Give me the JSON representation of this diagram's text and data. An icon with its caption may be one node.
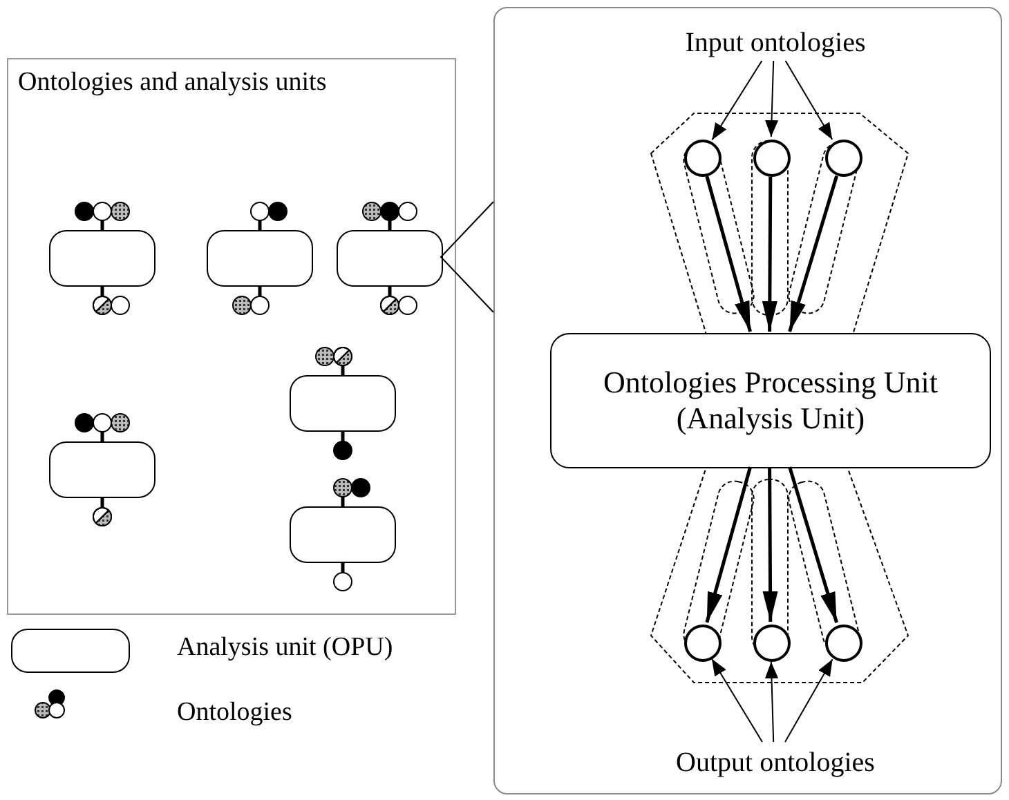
{
  "diagram": {
    "nodes": [
      {
        "text": [
          "Ontologies and analysis units"
        ]
      },
      {
        "text": [],
        "shape": "box",
        "in": 0
      },
      {
        "text": [],
        "shape": "box",
        "in": 0
      },
      {
        "text": [],
        "shape": "box",
        "in": 0
      },
      {
        "text": [],
        "shape": "box",
        "in": 0
      },
      {
        "text": [],
        "shape": "box",
        "in": 0
      },
      {
        "text": [],
        "shape": "box",
        "in": 0
      },
      {
        "text": [],
        "shape": "box"
      },
      {
        "text": [
          "Input ontologies"
        ],
        "in": 7
      },
      {
        "text": [],
        "shape": "circle",
        "in": 7
      },
      {
        "text": [],
        "shape": "circle",
        "in": 7
      },
      {
        "text": [],
        "shape": "circle",
        "in": 7
      },
      {
        "text": [
          "Ontologies Processing Unit (Analysis Unit)"
        ],
        "in": 7
      },
      {
        "text": [],
        "shape": "circle",
        "in": 7
      },
      {
        "text": [],
        "shape": "circle",
        "in": 7
      },
      {
        "text": [],
        "shape": "circle",
        "in": 7
      },
      {
        "text": [
          "Output ontologies"
        ],
        "in": 7
      }
    ],
    "edges": [
      {
        "from": 3,
        "to": 7,
        "arrow": "none"
      },
      {
        "from": 8,
        "to": 9,
        "arrow": "to"
      },
      {
        "from": 8,
        "to": 10,
        "arrow": "to"
      },
      {
        "from": 8,
        "to": 11,
        "arrow": "to"
      },
      {
        "from": 9,
        "to": 12,
        "arrow": "to",
        "style": "thick"
      },
      {
        "from": 10,
        "to": 12,
        "arrow": "to",
        "style": "thick"
      },
      {
        "from": 11,
        "to": 12,
        "arrow": "to",
        "style": "thick"
      },
      {
        "from": 12,
        "to": 13,
        "arrow": "to",
        "style": "thick"
      },
      {
        "from": 12,
        "to": 14,
        "arrow": "to",
        "style": "thick"
      },
      {
        "from": 12,
        "to": 15,
        "arrow": "to",
        "style": "thick"
      },
      {
        "from": 16,
        "to": 13,
        "arrow": "to"
      },
      {
        "from": 16,
        "to": 14,
        "arrow": "to"
      },
      {
        "from": 16,
        "to": 15,
        "arrow": "to"
      }
    ],
    "legend": [
      {
        "text": "Analysis unit (OPU)"
      },
      {
        "text": "Ontologies"
      }
    ]
  }
}
